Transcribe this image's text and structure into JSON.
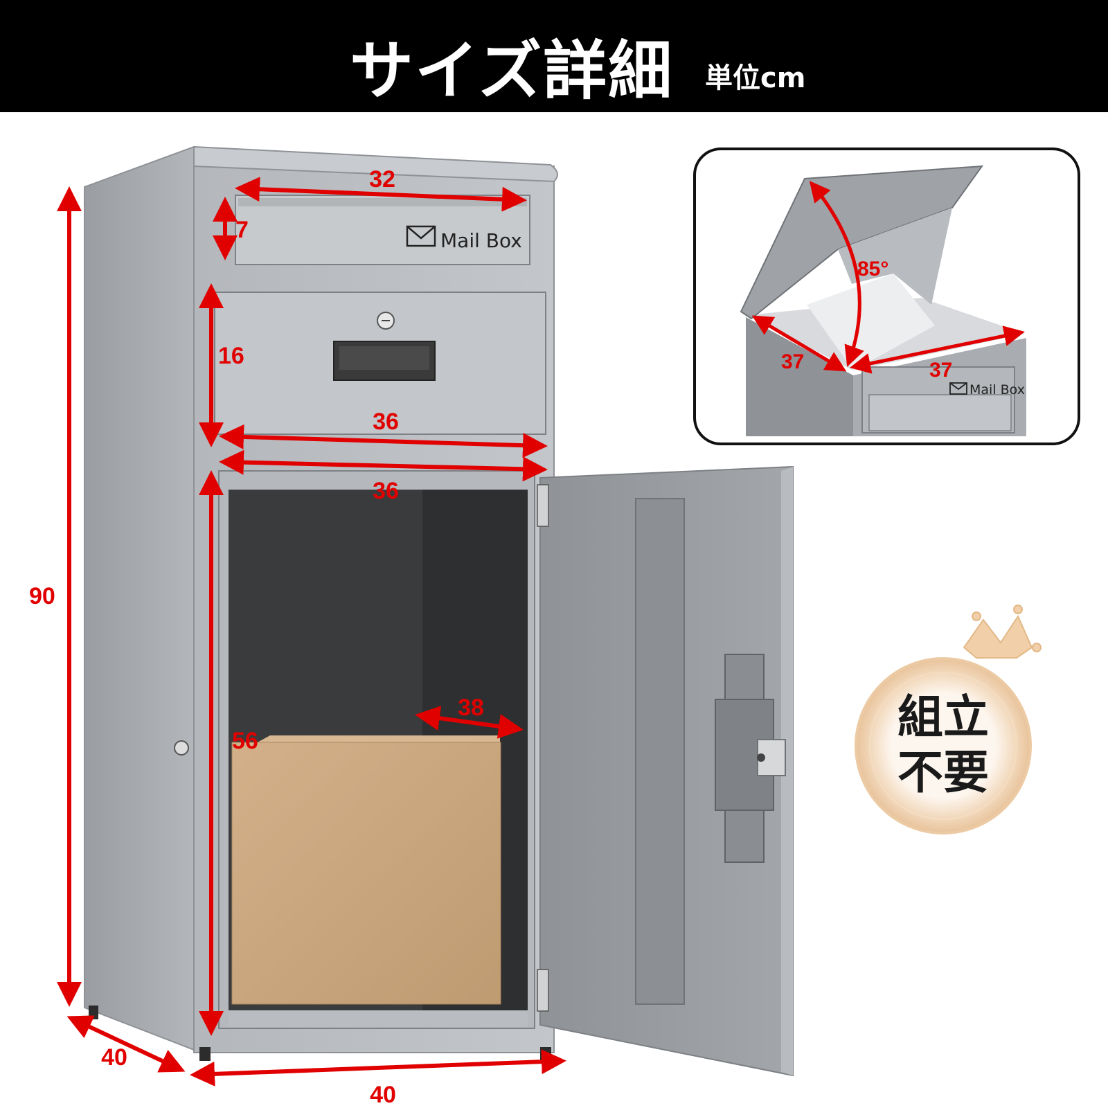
{
  "header": {
    "title": "サイズ詳細",
    "unit": "単位cm"
  },
  "product": {
    "mail_label": "Mail Box",
    "inset_mail_label": "Mail Box"
  },
  "dimensions": {
    "slot_width": "32",
    "slot_height": "7",
    "drawer_height": "16",
    "drawer_width": "36",
    "opening_width": "36",
    "total_height": "90",
    "inner_depth": "38",
    "compartment_height": "56",
    "base_depth": "40",
    "base_width": "40",
    "lid_angle": "85°",
    "lid_depth": "37",
    "lid_width": "37"
  },
  "badge": {
    "line1": "組立",
    "line2": "不要"
  },
  "colors": {
    "body": "#a6a9ad",
    "dimension": "#e10000",
    "box": "#c9a57d",
    "interior": "#3a3b3c"
  }
}
